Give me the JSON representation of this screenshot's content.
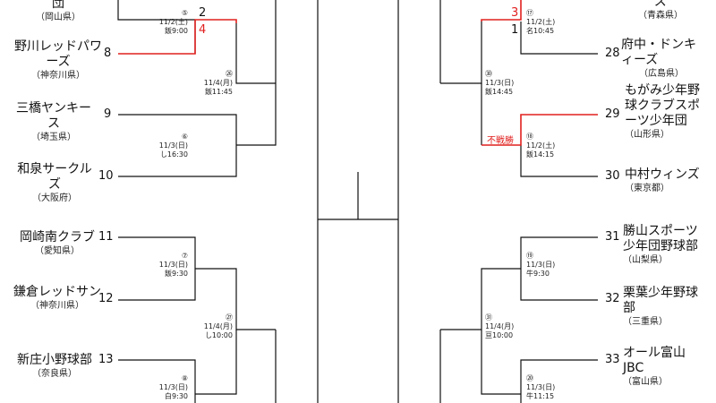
{
  "teams": {
    "t7": {
      "name": "団",
      "pref": "（岡山県）"
    },
    "t8": {
      "num": "8",
      "name": "野川レッドパワーズ",
      "pref": "（神奈川県）"
    },
    "t9": {
      "num": "9",
      "name": "三橋ヤンキース",
      "pref": "（埼玉県）"
    },
    "t10": {
      "num": "10",
      "name": "和泉サークルズ",
      "pref": "（大阪府）"
    },
    "t11": {
      "num": "11",
      "name": "岡崎南クラブ",
      "pref": "（愛知県）"
    },
    "t12": {
      "num": "12",
      "name": "鎌倉レッドサン",
      "pref": "（神奈川県）"
    },
    "t13": {
      "num": "13",
      "name": "新庄小野球部",
      "pref": "（奈良県）"
    },
    "t27": {
      "name": "ズ",
      "pref": "（青森県）"
    },
    "t28": {
      "num": "28",
      "name": "府中・ドンキィーズ",
      "pref": "（広島県）"
    },
    "t29": {
      "num": "29",
      "name": "もがみ少年野球クラブスポーツ少年団",
      "pref": "（山形県）"
    },
    "t30": {
      "num": "30",
      "name": "中村ウィンズ",
      "pref": "（東京都）"
    },
    "t31": {
      "num": "31",
      "name": "勝山スポーツ少年団野球部",
      "pref": "（山梨県）"
    },
    "t32": {
      "num": "32",
      "name": "栗葉少年野球部",
      "pref": "（三重県）"
    },
    "t33": {
      "num": "33",
      "name": "オール富山JBC",
      "pref": "（富山県）"
    }
  },
  "matches": {
    "m5": {
      "no": "⑤",
      "date": "11/2(土)",
      "time": "飯9:00"
    },
    "m6": {
      "no": "⑥",
      "date": "11/3(日)",
      "time": "し16:30"
    },
    "m7": {
      "no": "⑦",
      "date": "11/3(日)",
      "time": "飯9:30"
    },
    "m8": {
      "no": "⑧",
      "date": "11/3(日)",
      "time": "白9:30"
    },
    "m17": {
      "no": "⑰",
      "date": "11/2(土)",
      "time": "名10:45"
    },
    "m18": {
      "no": "⑱",
      "date": "11/2(土)",
      "time": "飯14:15"
    },
    "m19": {
      "no": "⑲",
      "date": "11/3(日)",
      "time": "牛9:30"
    },
    "m20": {
      "no": "⑳",
      "date": "11/3(日)",
      "time": "牛11:15"
    },
    "m26": {
      "no": "㉖",
      "date": "11/4(月)",
      "time": "飯11:45"
    },
    "m27": {
      "no": "㉗",
      "date": "11/4(月)",
      "time": "し10:00"
    },
    "m30": {
      "no": "㉚",
      "date": "11/3(日)",
      "time": "飯14:45"
    },
    "m31": {
      "no": "㉛",
      "date": "11/4(月)",
      "time": "亘10:00"
    }
  },
  "scores": {
    "m5_top": "2",
    "m5_bottom": "4",
    "m17_top": "3",
    "m17_bottom": "1"
  },
  "notes": {
    "m18_result": "不戦勝"
  },
  "colors": {
    "line": "#111111",
    "winner": "#e0201e"
  }
}
